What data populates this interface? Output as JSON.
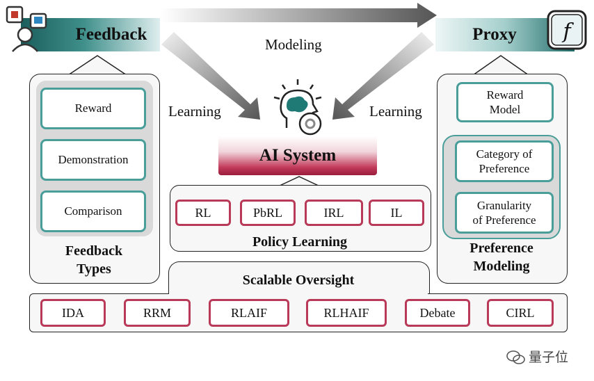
{
  "header": {
    "feedback_label": "Feedback",
    "proxy_label": "Proxy",
    "modeling_label": "Modeling",
    "learning_left_label": "Learning",
    "learning_right_label": "Learning"
  },
  "ai_system": {
    "title": "AI System"
  },
  "feedback_types": {
    "title_line1": "Feedback",
    "title_line2": "Types",
    "items": [
      "Reward",
      "Demonstration",
      "Comparison"
    ]
  },
  "policy_learning": {
    "title": "Policy Learning",
    "items": [
      "RL",
      "PbRL",
      "IRL",
      "IL"
    ]
  },
  "preference_modeling": {
    "title_line1": "Preference",
    "title_line2": "Modeling",
    "reward_model_line1": "Reward",
    "reward_model_line2": "Model",
    "category_line1": "Category of",
    "category_line2": "Preference",
    "granularity_line1": "Granularity",
    "granularity_line2": "of Preference"
  },
  "scalable_oversight": {
    "title": "Scalable Oversight",
    "items": [
      "IDA",
      "RRM",
      "RLAIF",
      "RLHAIF",
      "Debate",
      "CIRL"
    ]
  },
  "watermark": {
    "text": "量子位"
  },
  "colors": {
    "teal": "#4a9e9a",
    "crimson": "#b83a58",
    "dark_teal": "#1a5e5c"
  }
}
